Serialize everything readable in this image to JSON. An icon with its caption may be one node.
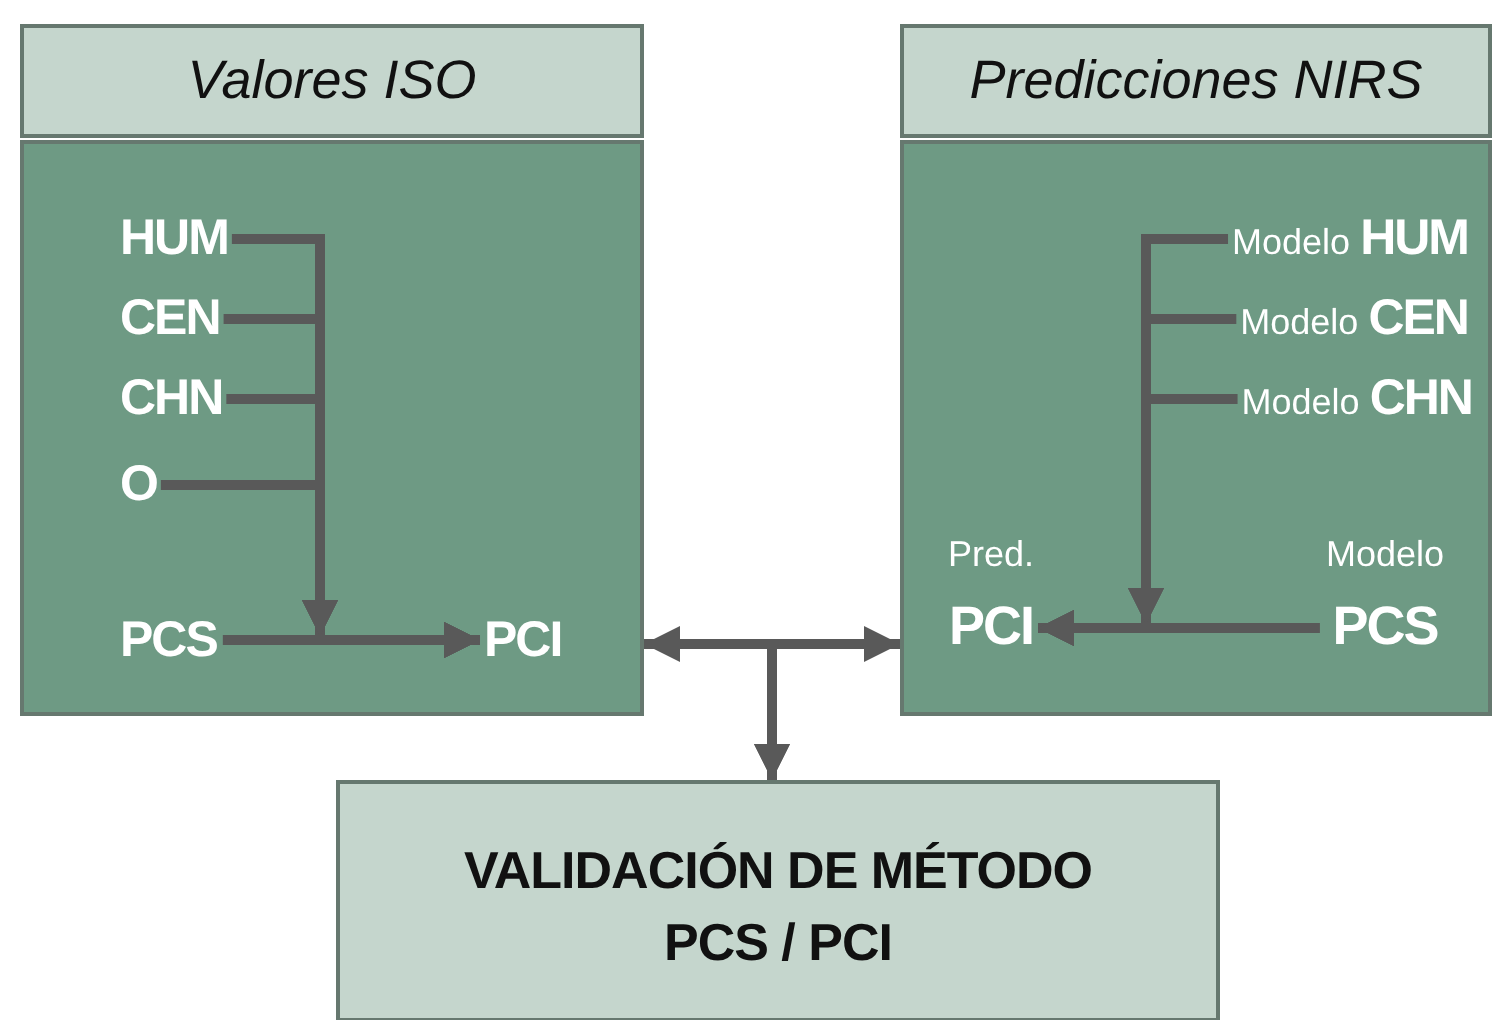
{
  "diagram": {
    "nodes": [
      {
        "text": [
          "Valores ISO"
        ]
      },
      {
        "text": [],
        "shape": "box"
      },
      {
        "text": [
          "HUM"
        ],
        "in": 1
      },
      {
        "text": [
          "CEN"
        ],
        "in": 1
      },
      {
        "text": [
          "CHN"
        ],
        "in": 1
      },
      {
        "text": [
          "O"
        ],
        "in": 1
      },
      {
        "text": [
          "PCS"
        ],
        "in": 1
      },
      {
        "text": [
          "PCI"
        ],
        "in": 1
      },
      {
        "text": [
          "Predicciones NIRS"
        ]
      },
      {
        "text": [],
        "shape": "box"
      },
      {
        "text": [
          "Modelo",
          "HUM"
        ],
        "in": 9
      },
      {
        "text": [
          "Modelo",
          "CEN"
        ],
        "in": 9
      },
      {
        "text": [
          "Modelo",
          "CHN"
        ],
        "in": 9
      },
      {
        "text": [
          "Pred.",
          "PCI"
        ],
        "in": 9
      },
      {
        "text": [
          "Modelo",
          "PCS"
        ],
        "in": 9
      },
      {
        "text": [
          "VALIDACIÓN DE MÉTODO",
          "PCS / PCI"
        ]
      }
    ],
    "edges": [
      {
        "from": 2,
        "to": 7,
        "arrow": "to"
      },
      {
        "from": 3,
        "to": 7,
        "arrow": "to"
      },
      {
        "from": 4,
        "to": 7,
        "arrow": "to"
      },
      {
        "from": 5,
        "to": 7,
        "arrow": "to"
      },
      {
        "from": 6,
        "to": 7,
        "arrow": "to"
      },
      {
        "from": 10,
        "to": 13,
        "arrow": "to"
      },
      {
        "from": 11,
        "to": 13,
        "arrow": "to"
      },
      {
        "from": 12,
        "to": 13,
        "arrow": "to"
      },
      {
        "from": 14,
        "to": 13,
        "arrow": "to"
      },
      {
        "from": 1,
        "to": 9,
        "arrow": "both"
      },
      {
        "from": 1,
        "to": 15,
        "arrow": "to"
      },
      {
        "from": 9,
        "to": 15,
        "arrow": "to"
      }
    ]
  }
}
